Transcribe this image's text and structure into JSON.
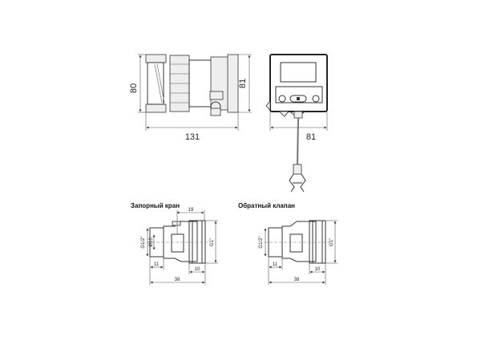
{
  "top_view": {
    "height_left": "80",
    "length": "131",
    "height_right": "81",
    "controller_width": "81"
  },
  "ball_valve": {
    "title": "Запорный кран",
    "dim_top": "19",
    "dim_bore": "Ø10",
    "dim_thread_small": "G1/2\"",
    "dim_thread_large": "G1\"",
    "dim_left": "11",
    "dim_right": "10",
    "dim_total": "38"
  },
  "check_valve": {
    "title": "Обратный клапан",
    "dim_thread_small": "G1/2\"",
    "dim_thread_large": "G1\"",
    "dim_left": "11",
    "dim_right": "10",
    "dim_total": "38"
  },
  "colors": {
    "line": "#333333",
    "background": "#ffffff"
  }
}
